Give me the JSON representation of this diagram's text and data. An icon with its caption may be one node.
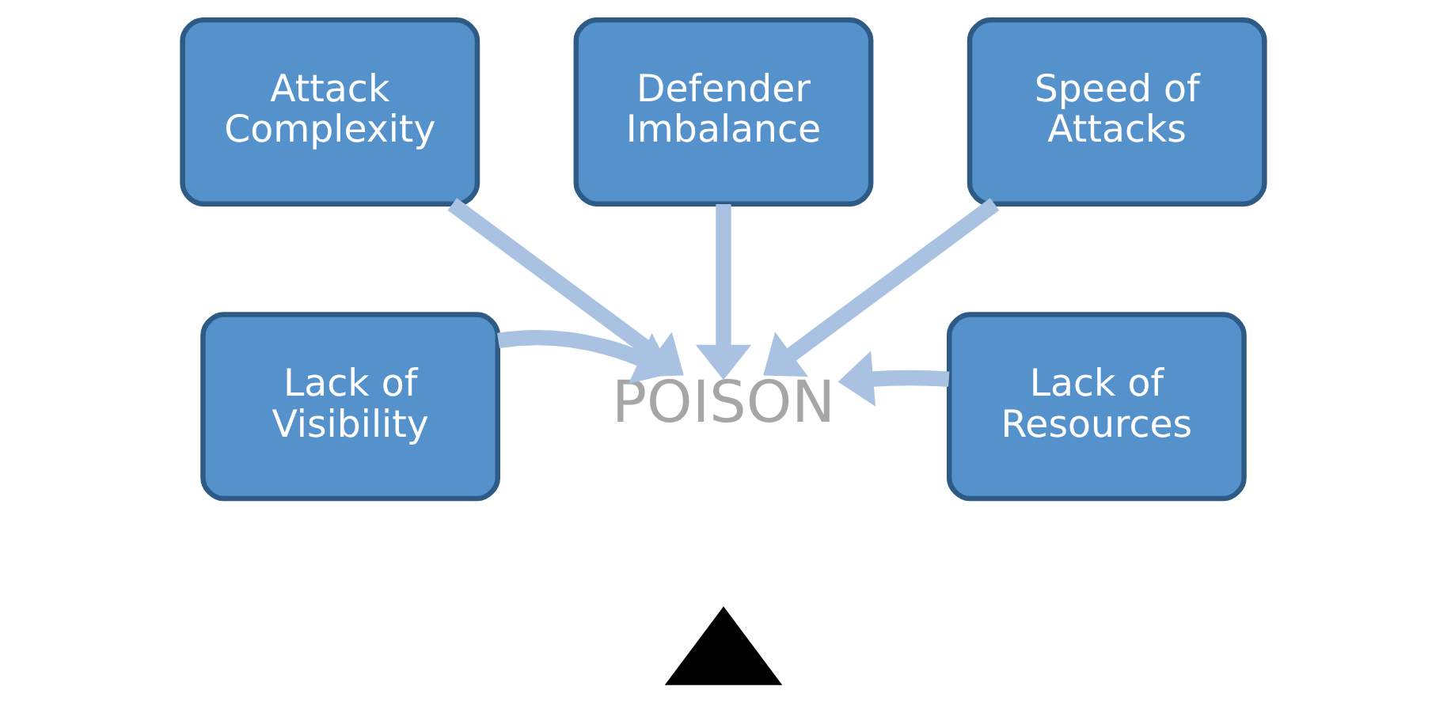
{
  "diagram": {
    "nodes": [
      {
        "text": [
          "Defender Imbalance"
        ]
      },
      {
        "text": [
          "Speed of Attacks"
        ]
      },
      {
        "text": [
          "Attack Complexity"
        ]
      },
      {
        "text": [
          "Lack of Resources"
        ]
      },
      {
        "text": [
          "Lack of Visibility"
        ]
      },
      {
        "text": [
          "POISON"
        ]
      },
      {
        "text": [],
        "shape": "triangle"
      }
    ],
    "edges": [
      {
        "from": 0,
        "to": 5,
        "arrow": "to"
      },
      {
        "from": 1,
        "to": 5,
        "arrow": "to"
      },
      {
        "from": 2,
        "to": 5,
        "arrow": "to"
      },
      {
        "from": 3,
        "to": 5,
        "arrow": "to"
      },
      {
        "from": 4,
        "to": 5,
        "arrow": "to"
      }
    ]
  }
}
